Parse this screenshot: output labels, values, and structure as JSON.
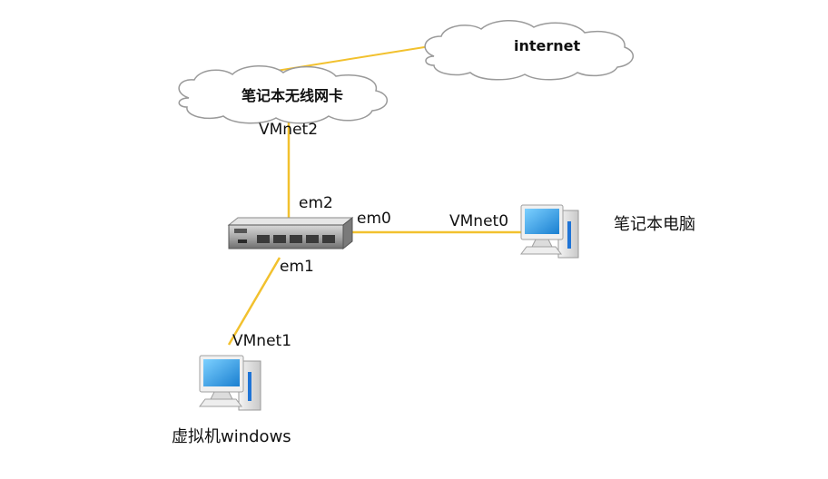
{
  "clouds": {
    "internet": "internet",
    "wireless_nic": "笔记本无线网卡"
  },
  "labels": {
    "vmnet2": "VMnet2",
    "em2": "em2",
    "em0": "em0",
    "vmnet0": "VMnet0",
    "em1": "em1",
    "vmnet1": "VMnet1"
  },
  "hosts": {
    "laptop": "笔记本电脑",
    "vm_windows": "虚拟机windows"
  },
  "colors": {
    "link": "#f2c12e",
    "cloud_stroke": "#9a9a9a",
    "monitor_screen": "#2e9be0"
  }
}
